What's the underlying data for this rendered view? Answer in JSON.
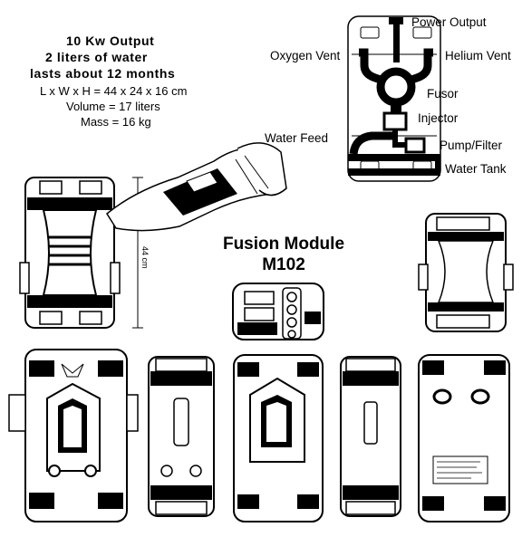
{
  "specs": {
    "line1": "10 Kw Output",
    "line2": "2 liters of water",
    "line3": "lasts about 12 months",
    "line4": "L x W x H = 44 x 24 x 16 cm",
    "line5": "Volume = 17 liters",
    "line6": "Mass = 16 kg"
  },
  "schematic_labels": {
    "power_output": "Power Output",
    "oxygen_vent": "Oxygen Vent",
    "helium_vent": "Helium Vent",
    "fusor": "Fusor",
    "injector": "Injector",
    "water_feed": "Water Feed",
    "pump_filter": "Pump/Filter",
    "water_tank": "Water Tank"
  },
  "title": {
    "line1": "Fusion Module",
    "line2": "M102"
  },
  "dimension_label": "44 cm"
}
